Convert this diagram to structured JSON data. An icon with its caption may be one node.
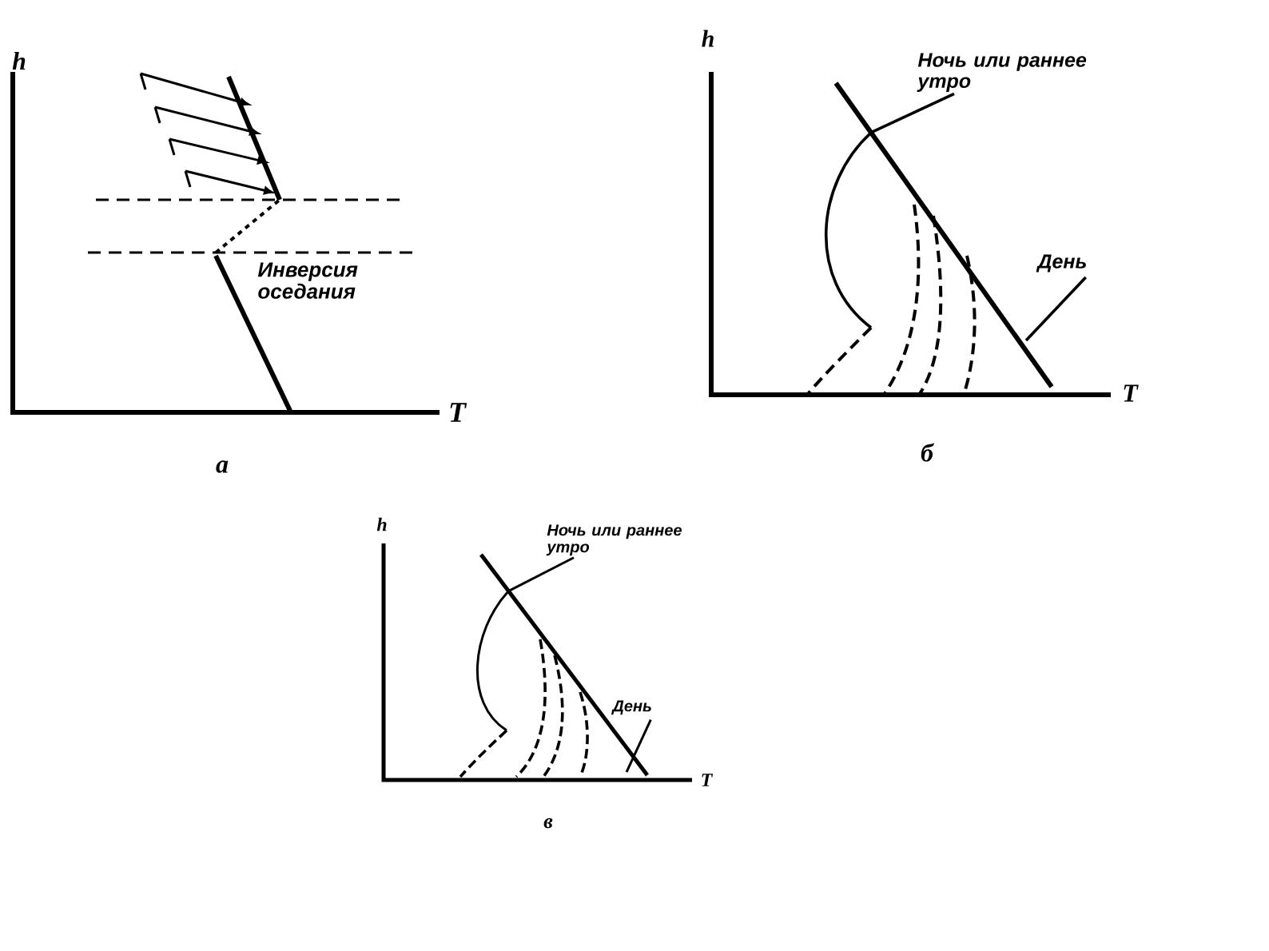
{
  "diagram": {
    "nodes": [
      {
        "text": [
          "Ночь или раннее утро"
        ]
      },
      {
        "text": [
          "День"
        ]
      },
      {
        "text": [
          "Ночь или раннее утро"
        ]
      },
      {
        "text": [
          "День"
        ]
      },
      {
        "text": [],
        "shape": "curve"
      },
      {
        "text": [],
        "shape": "curve"
      }
    ],
    "edges": [
      {
        "from": 0,
        "to": 4,
        "arrow": "none"
      },
      {
        "from": 1,
        "to": null,
        "arrow": "none"
      },
      {
        "from": 2,
        "to": 5,
        "arrow": "none"
      },
      {
        "from": 3,
        "to": null,
        "arrow": "none"
      }
    ],
    "labels": [
      "h",
      "Инверсия оседания",
      "T",
      "а",
      "h",
      "T",
      "б",
      "h",
      "T",
      "в"
    ]
  }
}
